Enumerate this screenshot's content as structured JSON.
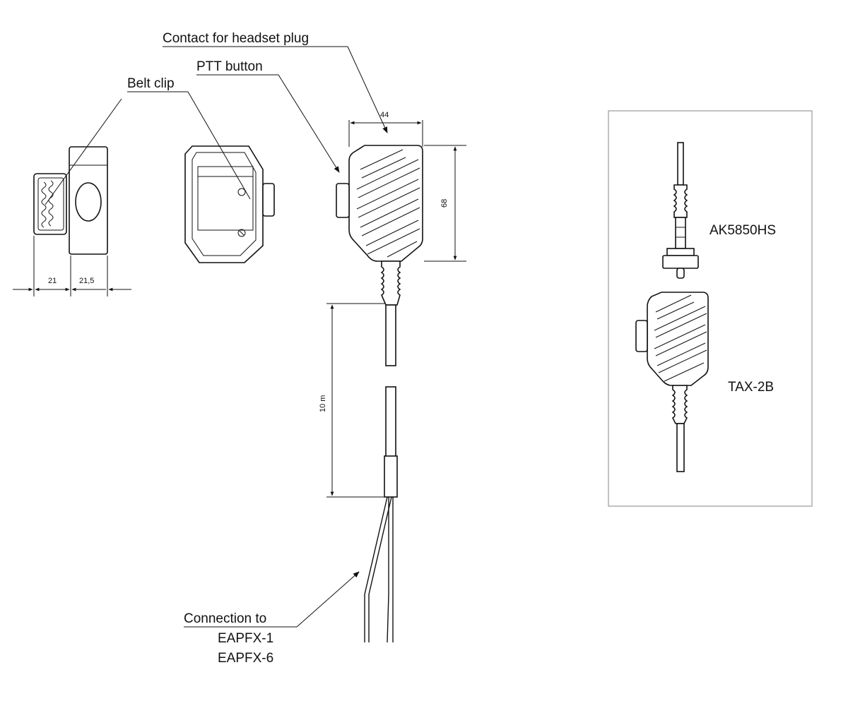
{
  "labels": {
    "contact_headset_plug": "Contact for headset plug",
    "ptt_button": "PTT button",
    "belt_clip": "Belt clip",
    "connection_line1": "Connection to",
    "connection_line2": "EAPFX-1",
    "connection_line3": "EAPFX-6"
  },
  "dimensions": {
    "width": "44",
    "height": "68",
    "clip_depth": "21",
    "body_depth": "21,5",
    "cable_length": "10 m"
  },
  "inset": {
    "plug_label": "AK5850HS",
    "speaker_label": "TAX-2B"
  }
}
